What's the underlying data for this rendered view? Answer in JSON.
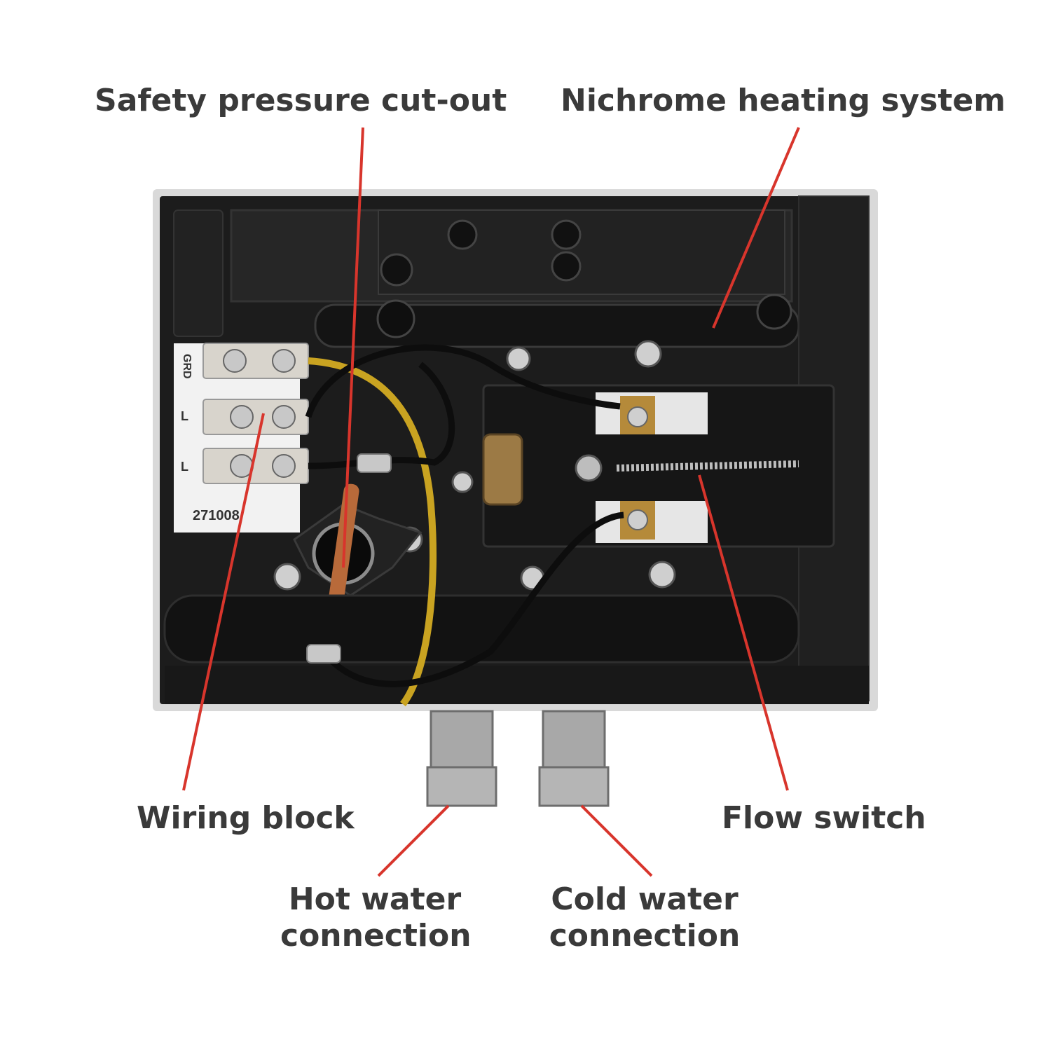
{
  "labels": {
    "safety_pressure_cutout": "Safety pressure cut-out",
    "nichrome_heating_system": "Nichrome heating system",
    "wiring_block": "Wiring block",
    "flow_switch": "Flow switch",
    "hot_water_line1": "Hot water",
    "hot_water_line2": "connection",
    "cold_water_line1": "Cold water",
    "cold_water_line2": "connection"
  },
  "terminal_labels": {
    "ground": "GRD",
    "line_1": "L",
    "line_2": "L"
  },
  "part_number": "271008",
  "colors": {
    "leader_line": "#d8352c",
    "label_text": "#3a3a3a",
    "housing": "#1c1c1c",
    "wire_ground": "#c9a321",
    "wire_black": "#111111"
  }
}
